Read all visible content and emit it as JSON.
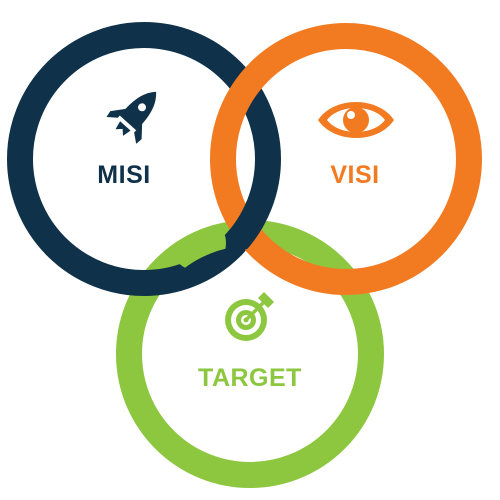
{
  "diagram": {
    "colors": {
      "misi": "#0f3149",
      "visi": "#f27b22",
      "target": "#8dc63f"
    },
    "rings": [
      {
        "key": "misi",
        "label": "MISI",
        "icon": "rocket-icon"
      },
      {
        "key": "visi",
        "label": "VISI",
        "icon": "eye-icon"
      },
      {
        "key": "target",
        "label": "TARGET",
        "icon": "target-icon"
      }
    ]
  }
}
